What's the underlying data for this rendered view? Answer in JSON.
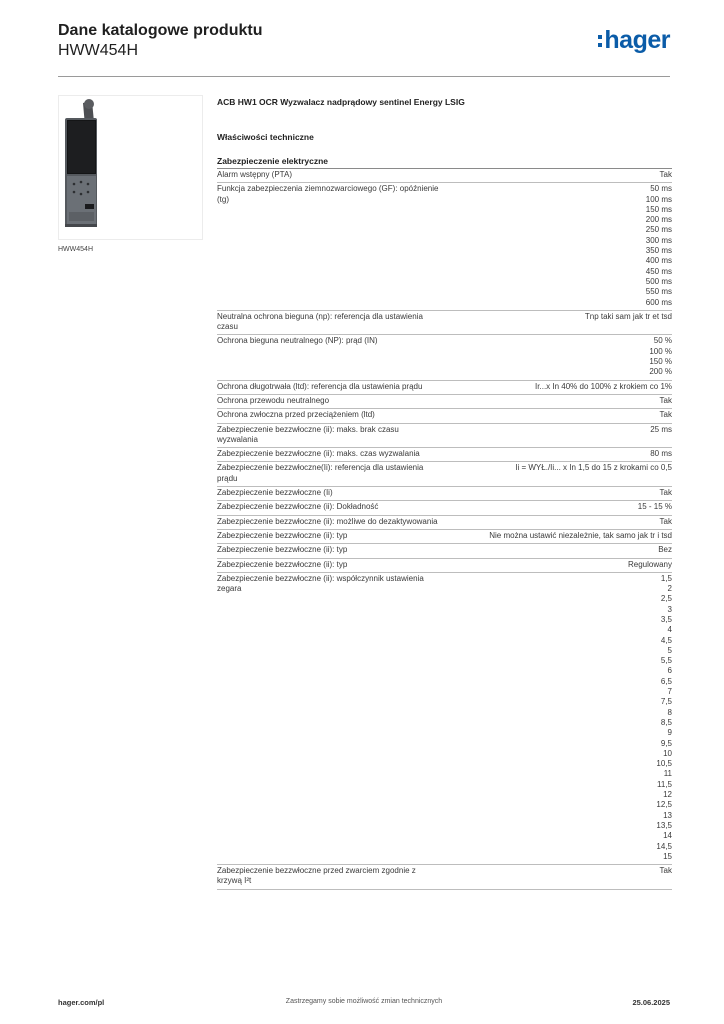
{
  "header": {
    "title": "Dane katalogowe produktu",
    "subtitle": "HWW454H",
    "logo_text": "hager",
    "brand_color": "#0b5ca8"
  },
  "image": {
    "caption": "HWW454H"
  },
  "product": {
    "name": "ACB HW1 OCR Wyzwalacz nadprądowy sentinel Energy LSIG",
    "section_title": "Właściwości techniczne",
    "group_title": "Zabezpieczenie elektryczne"
  },
  "rows": [
    {
      "label": "Alarm wstępny (PTA)",
      "values": [
        "Tak"
      ]
    },
    {
      "label": "Funkcja zabezpieczenia ziemnozwarciowego (GF): opóźnienie (tg)",
      "values": [
        "50 ms",
        "100 ms",
        "150 ms",
        "200 ms",
        "250 ms",
        "300 ms",
        "350 ms",
        "400 ms",
        "450 ms",
        "500 ms",
        "550 ms",
        "600 ms"
      ]
    },
    {
      "label": "Neutralna ochrona bieguna (np): referencja dla ustawienia czasu",
      "values": [
        "Tnp taki sam jak tr et tsd"
      ]
    },
    {
      "label": "Ochrona bieguna neutralnego (NP): prąd (IN)",
      "values": [
        "50 %",
        "100 %",
        "150 %",
        "200 %"
      ]
    },
    {
      "label": "Ochrona długotrwała (ltd): referencja dla ustawienia prądu",
      "values": [
        "Ir...x In 40% do 100% z krokiem co 1%"
      ]
    },
    {
      "label": "Ochrona przewodu neutralnego",
      "values": [
        "Tak"
      ]
    },
    {
      "label": "Ochrona zwłoczna przed przeciążeniem (ltd)",
      "values": [
        "Tak"
      ]
    },
    {
      "label": "Zabezpieczenie bezzwłoczne (ii): maks. brak czasu wyzwalania",
      "values": [
        "25 ms"
      ]
    },
    {
      "label": "Zabezpieczenie bezzwłoczne (ii): maks. czas wyzwalania",
      "values": [
        "80 ms"
      ]
    },
    {
      "label": "Zabezpieczenie bezzwłoczne(Ii): referencja dla ustawienia prądu",
      "values": [
        "Ii = WYŁ./Ii... x In 1,5 do 15 z krokami co 0,5"
      ]
    },
    {
      "label": "Zabezpieczenie bezzwłoczne (Ii)",
      "values": [
        "Tak"
      ]
    },
    {
      "label": "Zabezpieczenie bezzwłoczne (ii): Dokładność",
      "values": [
        "15 - 15 %"
      ]
    },
    {
      "label": "Zabezpieczenie bezzwłoczne (ii): możliwe do dezaktywowania",
      "values": [
        "Tak"
      ]
    },
    {
      "label": "Zabezpieczenie bezzwłoczne (ii): typ",
      "values": [
        "Nie można ustawić niezależnie, tak samo jak tr i tsd"
      ]
    },
    {
      "label": "Zabezpieczenie bezzwłoczne (ii): typ",
      "values": [
        "Bez"
      ]
    },
    {
      "label": "Zabezpieczenie bezzwłoczne (ii): typ",
      "values": [
        "Regulowany"
      ]
    },
    {
      "label": "Zabezpieczenie bezzwłoczne (ii): współczynnik ustawienia zegara",
      "values": [
        "1,5",
        "2",
        "2,5",
        "3",
        "3,5",
        "4",
        "4,5",
        "5",
        "5,5",
        "6",
        "6,5",
        "7",
        "7,5",
        "8",
        "8,5",
        "9",
        "9,5",
        "10",
        "10,5",
        "11",
        "11,5",
        "12",
        "12,5",
        "13",
        "13,5",
        "14",
        "14,5",
        "15"
      ]
    },
    {
      "label": "Zabezpieczenie bezzwłoczne przed zwarciem zgodnie z krzywą I²t",
      "values": [
        "Tak"
      ]
    }
  ],
  "footer": {
    "left": "hager.com/pl",
    "center": "Zastrzegamy sobie możliwość zmian technicznych",
    "right": "25.06.2025"
  }
}
